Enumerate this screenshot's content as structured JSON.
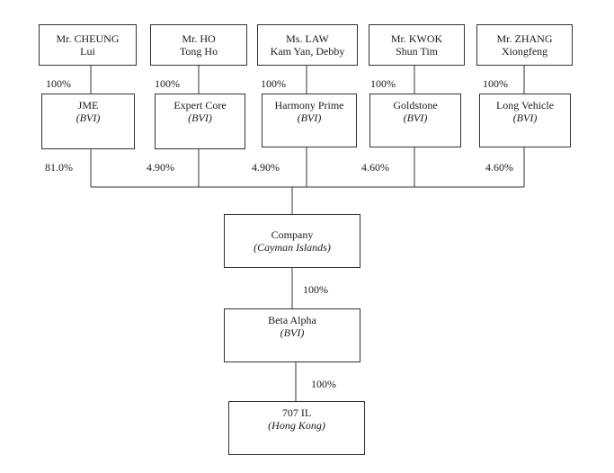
{
  "shareholders": [
    {
      "line1": "Mr. CHEUNG",
      "line2": "Lui"
    },
    {
      "line1": "Mr. HO",
      "line2": "Tong Ho"
    },
    {
      "line1": "Ms. LAW",
      "line2": "Kam Yan, Debby"
    },
    {
      "line1": "Mr. KWOK",
      "line2": "Shun Tim"
    },
    {
      "line1": "Mr. ZHANG",
      "line2": "Xiongfeng"
    }
  ],
  "holding_pct": [
    "100%",
    "100%",
    "100%",
    "100%",
    "100%"
  ],
  "holdcos": [
    {
      "name": "JME",
      "place": "(BVI)"
    },
    {
      "name": "Expert Core",
      "place": "(BVI)"
    },
    {
      "name": "Harmony Prime",
      "place": "(BVI)"
    },
    {
      "name": "Goldstone",
      "place": "(BVI)"
    },
    {
      "name": "Long Vehicle",
      "place": "(BVI)"
    }
  ],
  "stake_pct": [
    "81.0%",
    "4.90%",
    "4.90%",
    "4.60%",
    "4.60%"
  ],
  "company": {
    "name": "Company",
    "place": "(Cayman Islands)"
  },
  "company_to_beta_pct": "100%",
  "beta": {
    "name": "Beta Alpha",
    "place": "(BVI)"
  },
  "beta_to_707_pct": "100%",
  "sub": {
    "name": "707 IL",
    "place": "(Hong Kong)"
  }
}
